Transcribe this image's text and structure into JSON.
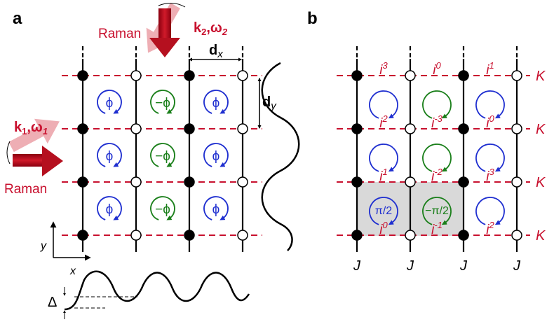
{
  "panel_a": {
    "label": "a",
    "beam_top": {
      "label": "Raman",
      "k": "k",
      "k_sub": "2",
      "omega": "ω",
      "omega_sub": "2"
    },
    "beam_left": {
      "label": "Raman",
      "k": "k",
      "k_sub": "1",
      "omega": "ω",
      "omega_sub": "1"
    },
    "dx": {
      "bold": "d",
      "sub": "x"
    },
    "dy": {
      "bold": "d",
      "sub": "y"
    },
    "axis_x": "x",
    "axis_y": "y",
    "delta": "Δ",
    "plaquettes": [
      [
        "ϕ",
        "−ϕ",
        "ϕ"
      ],
      [
        "ϕ",
        "−ϕ",
        "ϕ"
      ],
      [
        "ϕ",
        "−ϕ",
        "ϕ"
      ]
    ],
    "colors": {
      "phi": "#1f2fd0",
      "minus_phi": "#1a7f1a",
      "dash": "#c8102e"
    }
  },
  "panel_b": {
    "label": "b",
    "K": "K",
    "J": "J",
    "phases": [
      [
        {
          "base": "i",
          "exp": "3"
        },
        {
          "base": "i",
          "exp": "0"
        },
        {
          "base": "i",
          "exp": "1"
        }
      ],
      [
        {
          "base": "i",
          "exp": "2"
        },
        {
          "base": "i",
          "exp": "-3"
        },
        {
          "base": "i",
          "exp": "0"
        }
      ],
      [
        {
          "base": "i",
          "exp": "1"
        },
        {
          "base": "i",
          "exp": "-2"
        },
        {
          "base": "i",
          "exp": "3"
        }
      ],
      [
        {
          "base": "i",
          "exp": "0"
        },
        {
          "base": "i",
          "exp": "-1"
        },
        {
          "base": "i",
          "exp": "2"
        }
      ]
    ],
    "flux_pos": "π/2",
    "flux_neg": "−π/2"
  }
}
